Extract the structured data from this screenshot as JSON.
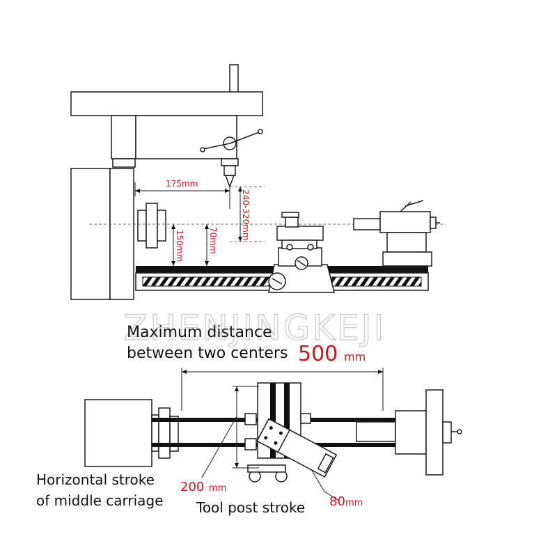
{
  "watermark": "ZHENJINGKEJI",
  "top_view": {
    "dim_horizontal": "175mm",
    "dim_vertical_range": "240-320mm",
    "dim_height_150": "150mm",
    "dim_height_70": "70mm"
  },
  "caption_centers": {
    "line1": "Maximum distance",
    "line2": "between two centers",
    "value": "500",
    "unit": "mm"
  },
  "caption_middle_carriage": {
    "line1": "Horizontal stroke",
    "line2": "of middle carriage",
    "value": "200",
    "unit": "mm"
  },
  "caption_tool_post": {
    "label": "Tool post stroke",
    "value": "80",
    "unit": "mm"
  },
  "colors": {
    "accent": "#d2161c",
    "ink": "#1a1a1a",
    "watermark": "#c9c9c9"
  }
}
